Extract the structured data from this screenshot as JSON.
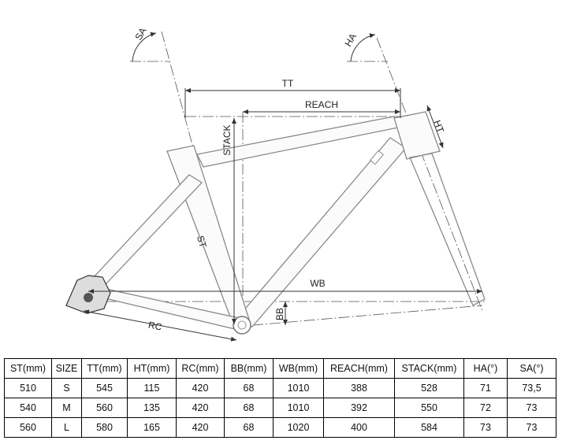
{
  "diagram": {
    "labels": {
      "sa": "SA",
      "ha": "HA",
      "tt": "TT",
      "reach": "REACH",
      "stack": "STACK",
      "ht": "HT",
      "st": "ST",
      "wb": "WB",
      "bb": "BB",
      "rc": "RC"
    }
  },
  "table": {
    "headers": [
      "ST(mm)",
      "SIZE",
      "TT(mm)",
      "HT(mm)",
      "RC(mm)",
      "BB(mm)",
      "WB(mm)",
      "REACH(mm)",
      "STACK(mm)",
      "HA(°)",
      "SA(°)"
    ],
    "rows": [
      [
        "510",
        "S",
        "545",
        "115",
        "420",
        "68",
        "1010",
        "388",
        "528",
        "71",
        "73,5"
      ],
      [
        "540",
        "M",
        "560",
        "135",
        "420",
        "68",
        "1010",
        "392",
        "550",
        "72",
        "73"
      ],
      [
        "560",
        "L",
        "580",
        "165",
        "420",
        "68",
        "1020",
        "400",
        "584",
        "73",
        "73"
      ]
    ]
  }
}
